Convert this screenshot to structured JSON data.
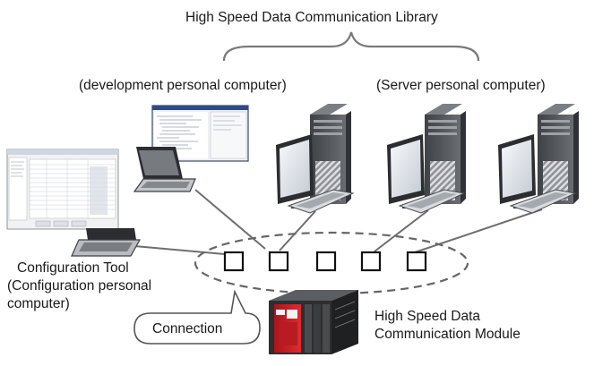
{
  "labels": {
    "library": "High Speed Data Communication Library",
    "development_pc": "(development personal computer)",
    "server_pc": "(Server personal computer)",
    "config_tool_line1": "Configuration Tool",
    "config_tool_line2": "(Configuration personal",
    "config_tool_line3": "computer)",
    "connection": "Connection",
    "module_line1": "High Speed Data",
    "module_line2": "Communication Module"
  },
  "colors": {
    "line": "#6e6e6e",
    "tower": "#55595e",
    "module_red": "#d2232a",
    "module_dark": "#2e2e30"
  }
}
